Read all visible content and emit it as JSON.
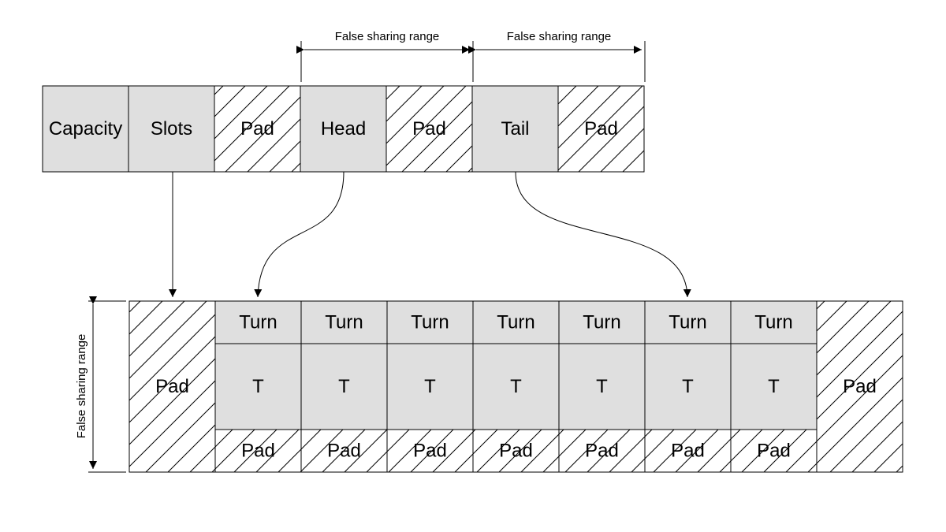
{
  "colors": {
    "filled": "#dfdfdf",
    "stroke": "#000000",
    "background": "#ffffff"
  },
  "header_row": {
    "cells": [
      {
        "label": "Capacity",
        "kind": "filled"
      },
      {
        "label": "Slots",
        "kind": "filled"
      },
      {
        "label": "Pad",
        "kind": "hatched"
      },
      {
        "label": "Head",
        "kind": "filled"
      },
      {
        "label": "Pad",
        "kind": "hatched"
      },
      {
        "label": "Tail",
        "kind": "filled"
      },
      {
        "label": "Pad",
        "kind": "hatched"
      }
    ]
  },
  "ranges": {
    "top_left": "False sharing range",
    "top_right": "False sharing range",
    "vertical": "False sharing range"
  },
  "slots_array": {
    "left_pad": "Pad",
    "right_pad": "Pad",
    "slots": [
      {
        "turn": "Turn",
        "value": "T",
        "pad": "Pad"
      },
      {
        "turn": "Turn",
        "value": "T",
        "pad": "Pad"
      },
      {
        "turn": "Turn",
        "value": "T",
        "pad": "Pad"
      },
      {
        "turn": "Turn",
        "value": "T",
        "pad": "Pad"
      },
      {
        "turn": "Turn",
        "value": "T",
        "pad": "Pad"
      },
      {
        "turn": "Turn",
        "value": "T",
        "pad": "Pad"
      },
      {
        "turn": "Turn",
        "value": "T",
        "pad": "Pad"
      }
    ]
  }
}
